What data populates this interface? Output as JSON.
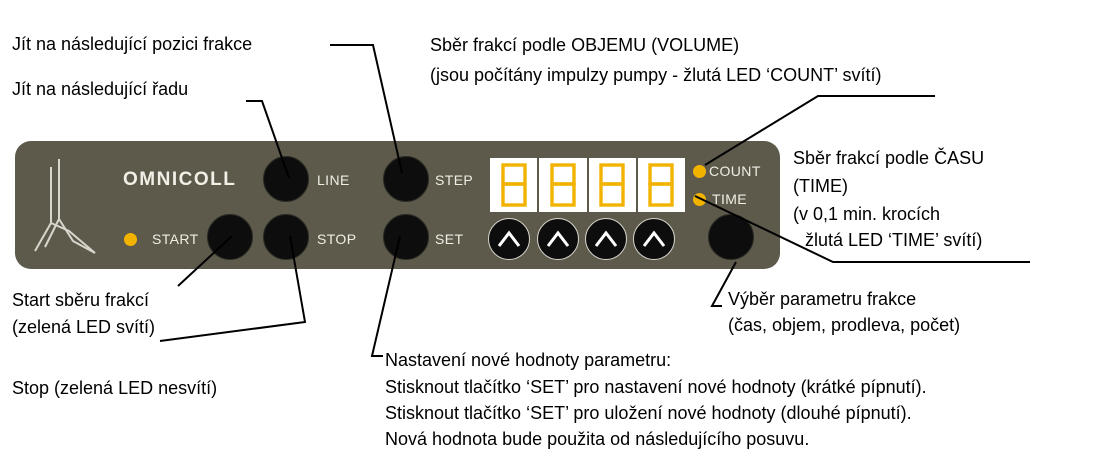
{
  "panel": {
    "brand": "OMNICOLL",
    "labels": {
      "line": "LINE",
      "step": "STEP",
      "start": "START",
      "stop": "STOP",
      "set": "SET",
      "count": "COUNT",
      "time": "TIME"
    },
    "display_digits": [
      "8",
      "8",
      "8",
      "8"
    ],
    "arrow_buttons": [
      "up-arrow-icon",
      "up-arrow-icon",
      "up-arrow-icon",
      "up-arrow-icon"
    ],
    "colors": {
      "panel": "#5d5a4c",
      "digit": "#f2b300",
      "led_yellow": "#f2b300",
      "button": "#0d0d0d"
    }
  },
  "annotations": {
    "next_position": "Jít na následující pozici frakce",
    "next_row": "Jít na následující řadu",
    "volume": [
      "Sběr frakcí podle OBJEMU (VOLUME)",
      "(jsou počítány impulzy pumpy - žlutá LED ‘COUNT’ svítí)"
    ],
    "time": [
      "Sběr frakcí podle ČASU",
      "(TIME)",
      "(v 0,1 min. krocích",
      "žlutá LED ‘TIME’ svítí)"
    ],
    "start": [
      "Start sběru frakcí",
      "(zelená LED svítí)"
    ],
    "stop": "Stop (zelená LED nesvítí)",
    "param": [
      "Výběr parametru frakce",
      "(čas, objem, prodleva, počet)"
    ],
    "set": [
      "Nastavení nové hodnoty parametru:",
      "Stisknout tlačítko ‘SET’ pro nastavení nové hodnoty (krátké pípnutí).",
      "Stisknout tlačítko ‘SET’ pro uložení nové hodnoty (dlouhé pípnutí).",
      "Nová hodnota bude použita od následujícího posuvu."
    ]
  }
}
